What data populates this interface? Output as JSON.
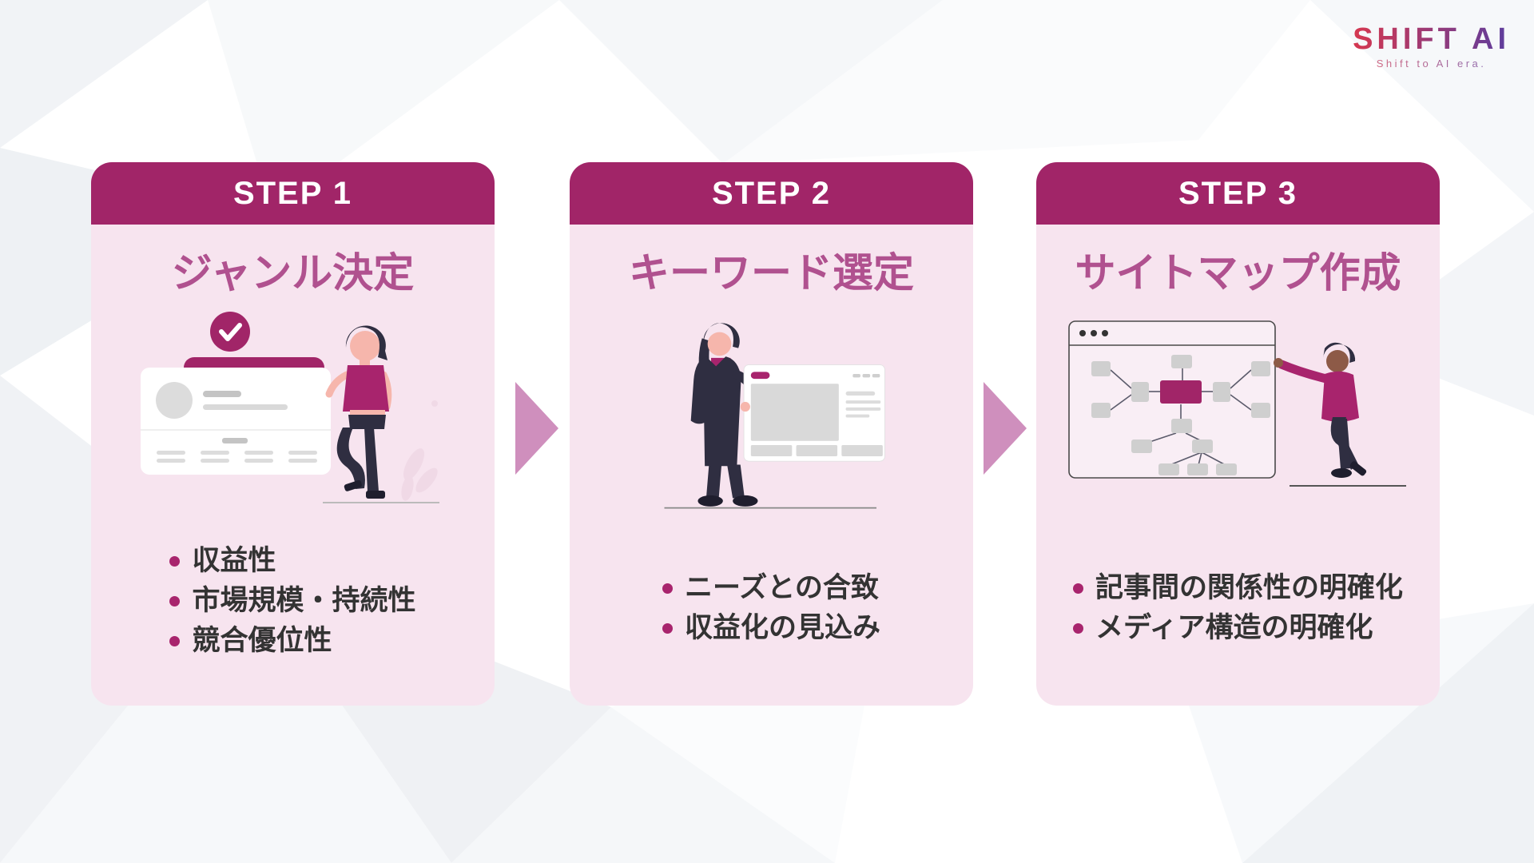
{
  "logo": {
    "text": "SHIFT AI",
    "tagline": "Shift to AI era."
  },
  "steps": [
    {
      "badge": "STEP 1",
      "title": "ジャンル決定",
      "bullets": [
        "収益性",
        "市場規模・持続性",
        "競合優位性"
      ],
      "illustration": "woman-with-approved-profile-card"
    },
    {
      "badge": "STEP 2",
      "title": "キーワード選定",
      "bullets": [
        "ニーズとの合致",
        "収益化の見込み"
      ],
      "illustration": "woman-holding-webpage-board"
    },
    {
      "badge": "STEP 3",
      "title": "サイトマップ作成",
      "bullets": [
        "記事間の関係性の明確化",
        "メディア構造の明確化"
      ],
      "illustration": "man-pointing-at-sitemap-window"
    }
  ],
  "icons": {
    "check_icon": "✓",
    "flow_arrow_icon": "▶",
    "window_dots_icon": "•••"
  },
  "colors": {
    "accent": "#a12568",
    "card_bg": "#f7e4ef",
    "title_color": "#b0518f",
    "bullet_dot": "#a8246d",
    "text_color": "#333333",
    "arrow_color": "#cf8fbd",
    "logo_red": "#d63850",
    "logo_purple": "#5c3d9e",
    "illus_navy": "#2f2e41",
    "illus_magenta": "#a8246d",
    "illus_gray": "#d9d9d9",
    "illus_skin_light": "#f6b6ac",
    "illus_skin_dark": "#8d5a47"
  }
}
